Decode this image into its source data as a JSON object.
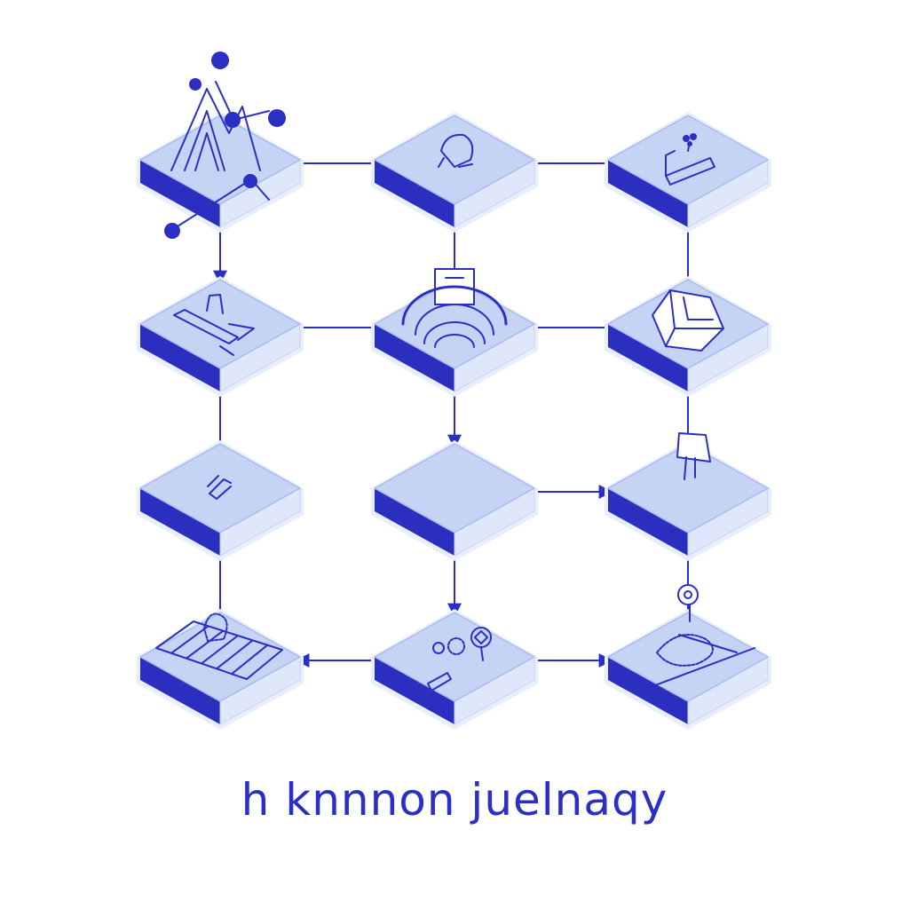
{
  "caption": "h knnnon juelnaqy",
  "colors": {
    "ink": "#2b2fc4",
    "tile_top": "#c5d3f4",
    "tile_front": "#2a2fbf",
    "tile_rim": "#e8eefc",
    "background": "#ffffff"
  },
  "nodes": [
    {
      "id": "r1c1",
      "icon": "mountain-network-icon"
    },
    {
      "id": "r1c2",
      "icon": "cushion-chair-icon"
    },
    {
      "id": "r1c3",
      "icon": "crate-sprout-icon"
    },
    {
      "id": "r2c1",
      "icon": "hand-pen-icon"
    },
    {
      "id": "r2c2",
      "icon": "arch-gate-icon"
    },
    {
      "id": "r2c3",
      "icon": "cube-frame-icon"
    },
    {
      "id": "r3c1",
      "icon": "s-shape-icon"
    },
    {
      "id": "r3c2",
      "icon": "blank-icon"
    },
    {
      "id": "r3c3",
      "icon": "hanging-figure-icon"
    },
    {
      "id": "r4c1",
      "icon": "striped-mat-icon"
    },
    {
      "id": "r4c2",
      "icon": "gear-pencil-icon"
    },
    {
      "id": "r4c3",
      "icon": "looped-path-icon"
    }
  ],
  "edges": [
    {
      "from": "r1c1",
      "to": "r1c2",
      "arrow": false
    },
    {
      "from": "r1c2",
      "to": "r1c3",
      "arrow": false
    },
    {
      "from": "r1c1",
      "to": "r2c1",
      "arrow": true
    },
    {
      "from": "r1c2",
      "to": "r2c2",
      "arrow": false
    },
    {
      "from": "r1c3",
      "to": "r2c3",
      "arrow": false
    },
    {
      "from": "r2c1",
      "to": "r2c2",
      "arrow": false
    },
    {
      "from": "r2c2",
      "to": "r2c3",
      "arrow": false
    },
    {
      "from": "r2c1",
      "to": "r3c1",
      "arrow": false
    },
    {
      "from": "r2c2",
      "to": "r3c2",
      "arrow": true
    },
    {
      "from": "r2c3",
      "to": "r3c3",
      "arrow": false
    },
    {
      "from": "r3c2",
      "to": "r3c3",
      "arrow": true
    },
    {
      "from": "r3c1",
      "to": "r4c1",
      "arrow": false
    },
    {
      "from": "r3c2",
      "to": "r4c2",
      "arrow": true
    },
    {
      "from": "r3c3",
      "to": "r4c3",
      "arrow": false
    },
    {
      "from": "r4c2",
      "to": "r4c1",
      "arrow": true
    },
    {
      "from": "r4c2",
      "to": "r4c3",
      "arrow": true
    }
  ]
}
